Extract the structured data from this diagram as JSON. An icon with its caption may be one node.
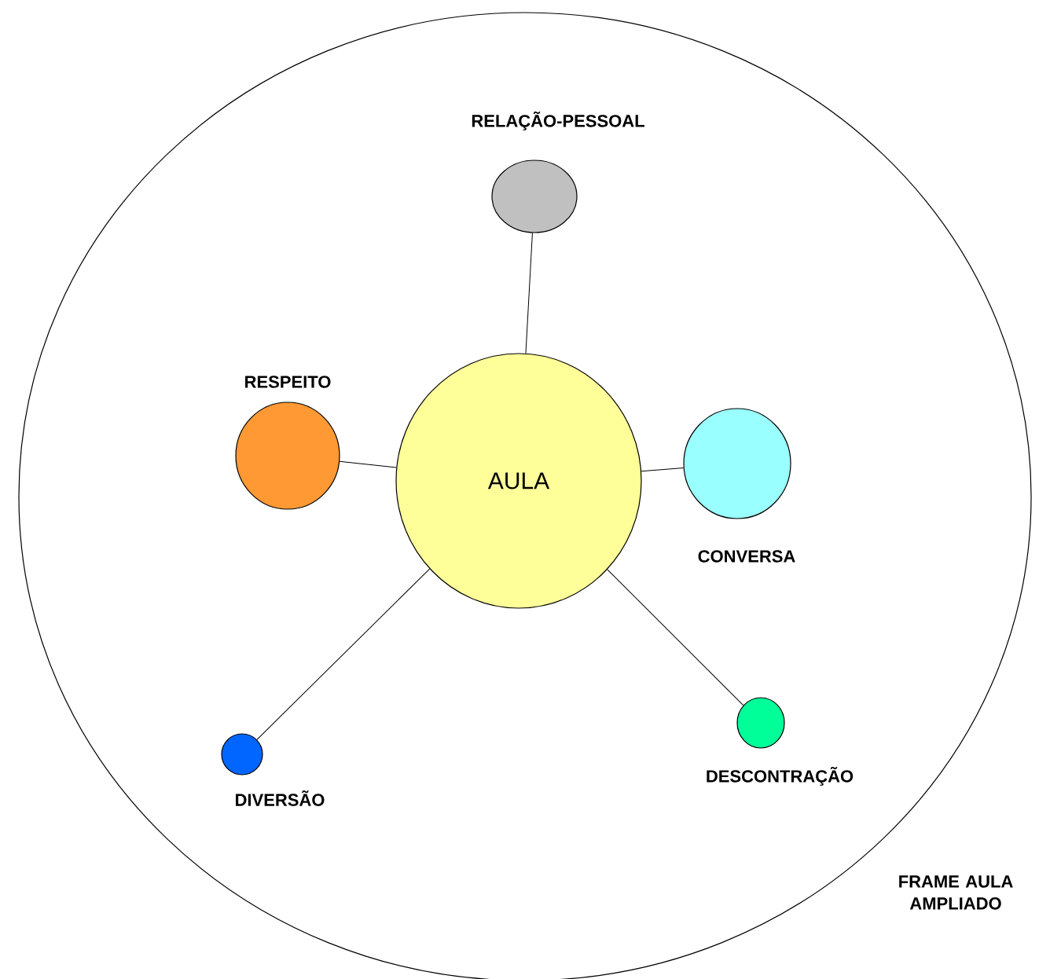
{
  "diagram": {
    "nodes": [
      {
        "text": [
          "FRAME AULA AMPLIADO"
        ]
      },
      {
        "text": [
          "AULA"
        ],
        "in": 0
      },
      {
        "text": [
          "RELAÇÃO-PESSOAL"
        ],
        "in": 0
      },
      {
        "text": [
          "RESPEITO"
        ],
        "in": 0
      },
      {
        "text": [
          "CONVERSA"
        ],
        "in": 0
      },
      {
        "text": [
          "DIVERSÃO"
        ],
        "in": 0
      },
      {
        "text": [
          "DESCONTRAÇÃO"
        ],
        "in": 0
      }
    ],
    "edges": [
      {
        "from": 1,
        "to": 2,
        "arrow": "none"
      },
      {
        "from": 1,
        "to": 3,
        "arrow": "none"
      },
      {
        "from": 1,
        "to": 4,
        "arrow": "none"
      },
      {
        "from": 1,
        "to": 5,
        "arrow": "none"
      },
      {
        "from": 1,
        "to": 6,
        "arrow": "none"
      }
    ]
  }
}
